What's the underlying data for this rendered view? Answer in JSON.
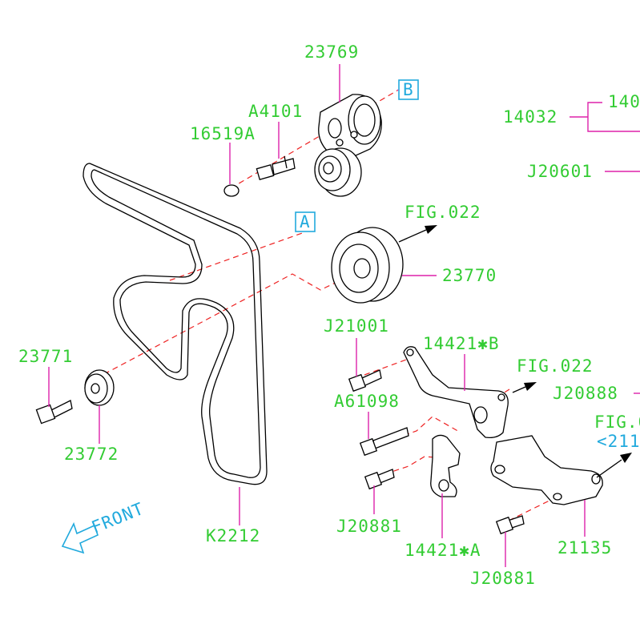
{
  "labels": {
    "tensioner": "23769",
    "marker_b": "B",
    "bolt_a4101": "A4101",
    "cap_16519a": "16519A",
    "marker_a": "A",
    "fig022_top": "FIG.022",
    "idler_23770": "23770",
    "bolt_j21001": "J21001",
    "bracket_14421b": "14421✱B",
    "fig022_mid": "FIG.022",
    "bolt_a61098": "A61098",
    "bolt_j20881_left": "J20881",
    "bracket_14421a": "14421✱A",
    "bolt_j20881_bottom": "J20881",
    "bracket_21135": "21135",
    "ref_j20888": "J20888",
    "fig_right": "FIG.0",
    "ref_211": "<211",
    "ref_14032": "14032",
    "ref_140": "140",
    "ref_j20601": "J20601",
    "bolt_23771": "23771",
    "washer_23772": "23772",
    "belt_k2212": "K2212",
    "front": "FRONT"
  }
}
